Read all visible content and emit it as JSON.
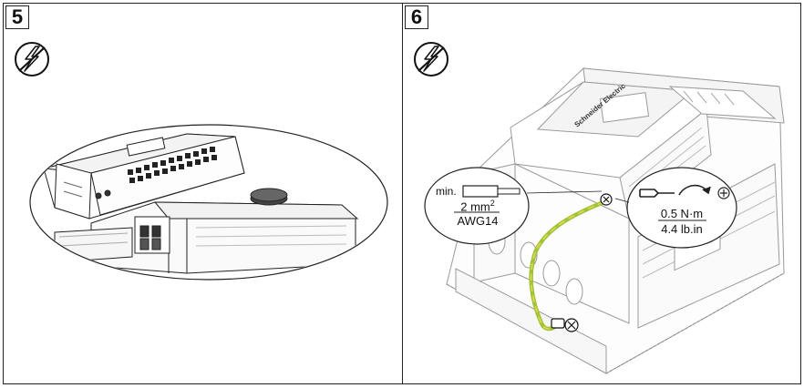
{
  "steps": [
    {
      "number": "5",
      "icon": "no-electric-shock-icon"
    },
    {
      "number": "6",
      "icon": "no-electric-shock-icon"
    }
  ],
  "wire_callout": {
    "prefix": "min.",
    "section_value": "2 mm",
    "section_exp": "2",
    "gauge": "AWG14"
  },
  "torque_callout": {
    "icon": "screwdriver-tighten-icon",
    "screw_icon": "phillips-screw-icon",
    "metric": "0.5 N·m",
    "imperial": "4.4 lb.in"
  },
  "device": {
    "brand": "Schneider Electric"
  },
  "colors": {
    "ground_wire_green": "#9fc33a",
    "ground_wire_yellow": "#e6d84a",
    "line": "#222222",
    "device_gray": "#9a9a9a"
  }
}
